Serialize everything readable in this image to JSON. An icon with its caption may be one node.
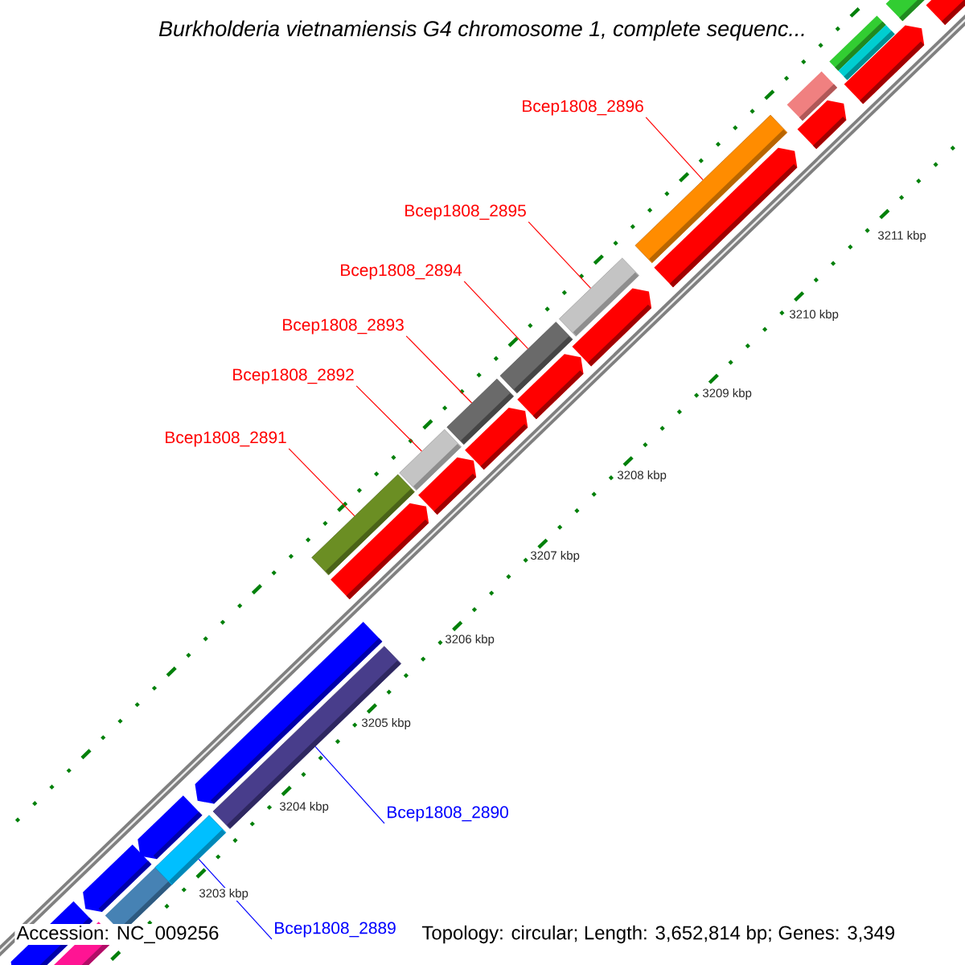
{
  "diagram": {
    "title": "Burkholderia vietnamiensis G4 chromosome 1, complete sequenc...",
    "nodes": [
      {
        "text": [
          "Bcep1808_2896"
        ]
      },
      {
        "text": [],
        "shape": "bar"
      },
      {
        "text": [
          "Bcep1808_2895"
        ]
      },
      {
        "text": [],
        "shape": "bar"
      },
      {
        "text": [
          "Bcep1808_2894"
        ]
      },
      {
        "text": [],
        "shape": "bar"
      },
      {
        "text": [
          "Bcep1808_2893"
        ]
      },
      {
        "text": [],
        "shape": "bar"
      },
      {
        "text": [
          "Bcep1808_2892"
        ]
      },
      {
        "text": [],
        "shape": "bar"
      },
      {
        "text": [
          "Bcep1808_2891"
        ]
      },
      {
        "text": [],
        "shape": "bar"
      },
      {
        "text": [
          "Bcep1808_2890"
        ]
      },
      {
        "text": [],
        "shape": "bar"
      },
      {
        "text": [
          "Bcep1808_2889"
        ]
      },
      {
        "text": [],
        "shape": "bar"
      }
    ],
    "edges": [
      {
        "from": 0,
        "to": 1,
        "arrow": "none"
      },
      {
        "from": 2,
        "to": 3,
        "arrow": "none"
      },
      {
        "from": 4,
        "to": 5,
        "arrow": "none"
      },
      {
        "from": 6,
        "to": 7,
        "arrow": "none"
      },
      {
        "from": 8,
        "to": 9,
        "arrow": "none"
      },
      {
        "from": 10,
        "to": 11,
        "arrow": "none"
      },
      {
        "from": 12,
        "to": 13,
        "arrow": "none",
        "color": "#0000ff"
      },
      {
        "from": 14,
        "to": 15,
        "arrow": "none",
        "color": "#0000ff"
      }
    ],
    "labels": [
      "3211 kbp",
      "3210 kbp",
      "3209 kbp",
      "3208 kbp",
      "3207 kbp",
      "3206 kbp",
      "3205 kbp",
      "3204 kbp",
      "3203 kbp",
      "Accession: NC_009256",
      "Topology: circular; Length: 3,652,814 bp; Genes: 3,349"
    ]
  }
}
